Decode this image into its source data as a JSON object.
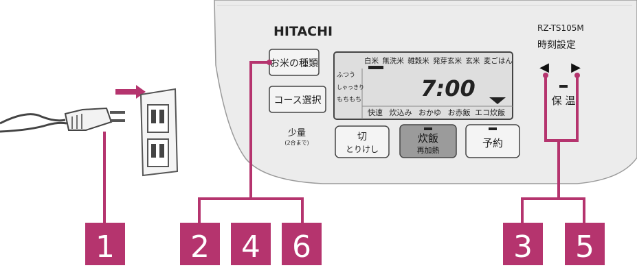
{
  "colors": {
    "accent": "#b5346e",
    "panel": "#ececec",
    "panel_edge": "#9a9a9a",
    "lcd": "#dedede",
    "button": "#f4f4f4",
    "button_dark": "#9b9b9b"
  },
  "panel": {
    "brand": "HITACHI",
    "model": "RZ-TS105M",
    "clock_label": "時刻設定"
  },
  "buttons": {
    "rice_type": "お米の種類",
    "course_select": "コース選択",
    "small_amount": "少量",
    "small_amount_note": "(2合まで)",
    "off_main": "切",
    "off_sub": "とりけし",
    "cook_main": "炊飯",
    "cook_sub": "再加熱",
    "timer": "予約",
    "keep_warm": "保 温",
    "left_arrow": "◀",
    "right_arrow": "▶"
  },
  "display": {
    "rice_types": [
      "白米",
      "無洗米",
      "雑穀米",
      "発芽玄米",
      "玄米",
      "麦ごはん"
    ],
    "textures": [
      "ふつう",
      "しゃっきり",
      "もちもち"
    ],
    "time": "7:00",
    "courses": [
      "快速",
      "炊込み",
      "おかゆ",
      "お赤飯",
      "エコ炊飯"
    ]
  },
  "steps": [
    "1",
    "2",
    "4",
    "6",
    "3",
    "5"
  ]
}
